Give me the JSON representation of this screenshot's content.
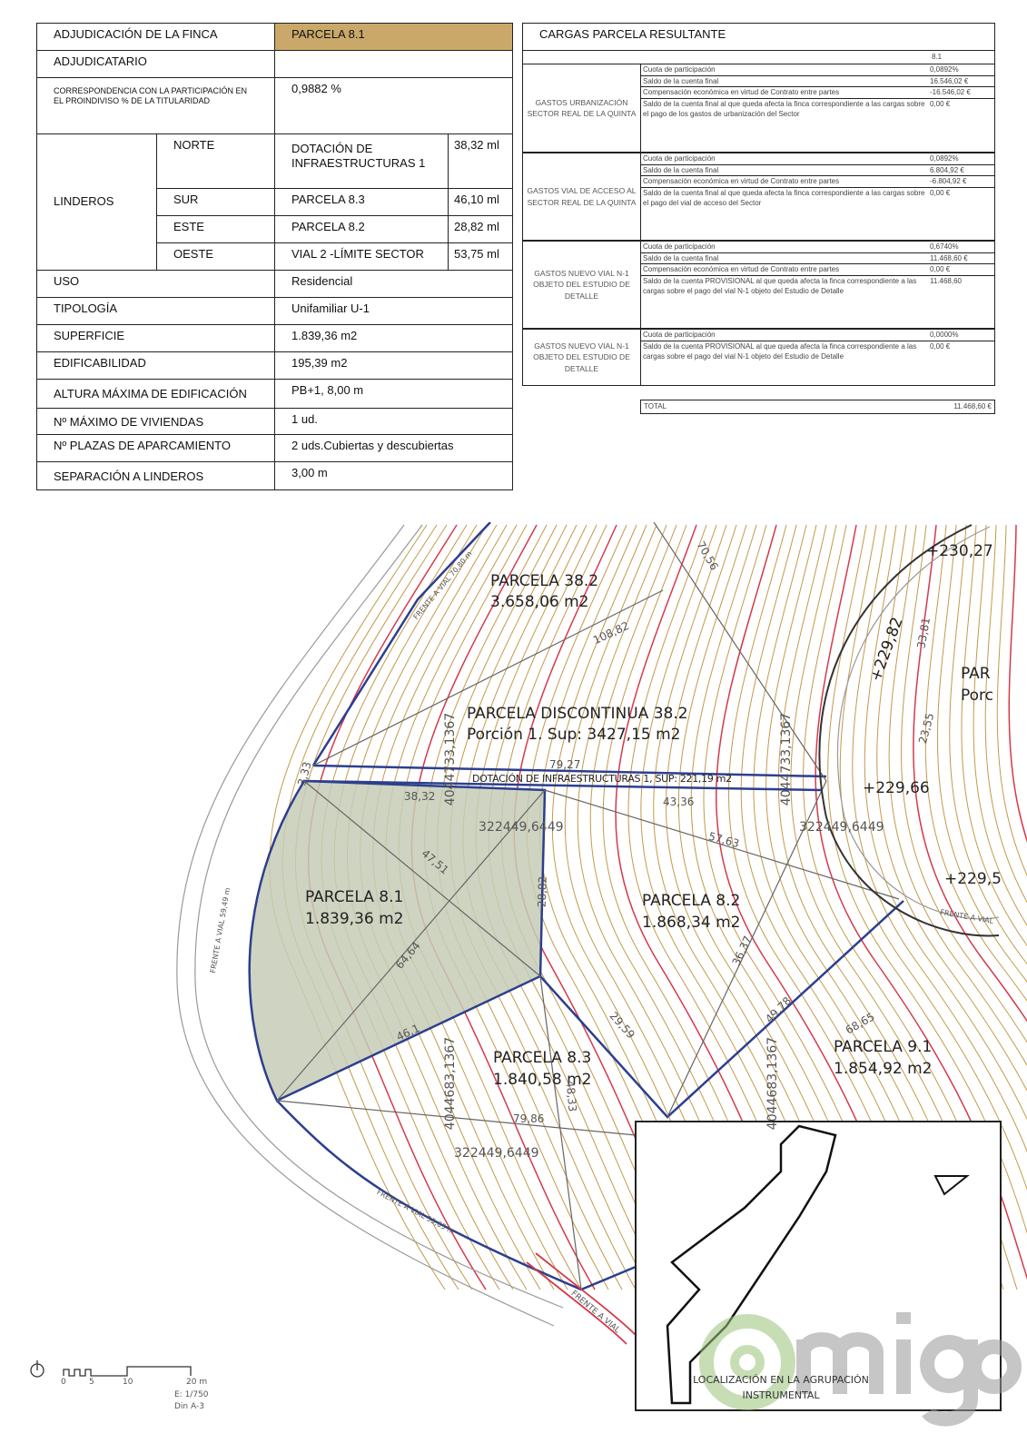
{
  "finca": {
    "title_label": "ADJUDICACIÓN DE LA FINCA",
    "title_value": "PARCELA 8.1",
    "adjudicatario_label": "ADJUDICATARIO",
    "adjudicatario_value": "",
    "correspondencia_label": "CORRESPONDENCIA CON LA PARTICIPACIÓN EN EL PROINDIVISO % DE LA TITULARIDAD",
    "correspondencia_value": "0,9882 %",
    "linderos_label": "LINDEROS",
    "linderos": [
      {
        "dir": "NORTE",
        "name": "DOTACIÓN DE INFRAESTRUCTURAS 1",
        "length": "38,32 ml"
      },
      {
        "dir": "SUR",
        "name": "PARCELA 8.3",
        "length": "46,10 ml"
      },
      {
        "dir": "ESTE",
        "name": "PARCELA 8.2",
        "length": "28,82 ml"
      },
      {
        "dir": "OESTE",
        "name": "VIAL 2 -LÍMITE SECTOR",
        "length": "53,75 ml"
      }
    ],
    "rows": [
      {
        "label": "USO",
        "value": "Residencial"
      },
      {
        "label": "TIPOLOGÍA",
        "value": "Unifamiliar U-1"
      },
      {
        "label": "SUPERFICIE",
        "value": "1.839,36 m2"
      },
      {
        "label": "EDIFICABILIDAD",
        "value": "195,39 m2"
      },
      {
        "label": "ALTURA MÁXIMA DE EDIFICACIÓN",
        "value": "PB+1, 8,00 m"
      },
      {
        "label": "Nº MÁXIMO DE VIVIENDAS",
        "value": "1 ud."
      },
      {
        "label": "Nº PLAZAS DE APARCAMIENTO",
        "value": "2 uds.Cubiertas y descubiertas"
      },
      {
        "label": "SEPARACIÓN A LINDEROS",
        "value": "3,00 m"
      }
    ]
  },
  "cargas": {
    "title": "CARGAS PARCELA RESULTANTE",
    "column_header": "8.1",
    "groups": [
      {
        "label": "GASTOS URBANIZACIÓN SECTOR REAL DE LA QUINTA",
        "rows": [
          {
            "desc": "Cuota de participación",
            "value": "0,0892%"
          },
          {
            "desc": "Saldo de la cuenta final",
            "value": "16.546,02 €"
          },
          {
            "desc": "Compensación económica en virtud de Contrato entre partes",
            "value": "-16.546,02 €"
          },
          {
            "desc": "Saldo de la cuenta final al que queda afecta la finca correspondiente a las cargas sobre el pago de los gastos de urbanización del Sector",
            "value": "0,00 €"
          }
        ]
      },
      {
        "label": "GASTOS VIAL DE ACCESO AL SECTOR REAL DE LA QUINTA",
        "rows": [
          {
            "desc": "Cuota de participación",
            "value": "0,0892%"
          },
          {
            "desc": "Saldo de la cuenta final",
            "value": "6.804,92 €"
          },
          {
            "desc": "Compensación económica en virtud de Contrato entre partes",
            "value": "-6.804,92 €"
          },
          {
            "desc": "Saldo de la cuenta final al que queda afecta la finca correspondiente a las cargas sobre el pago del vial de acceso del Sector",
            "value": "0,00 €"
          }
        ]
      },
      {
        "label": "GASTOS NUEVO VIAL N-1 OBJETO DEL ESTUDIO DE DETALLE",
        "rows": [
          {
            "desc": "Cuota de participación",
            "value": "0,6740%"
          },
          {
            "desc": "Saldo de la cuenta final",
            "value": "11.468,60 €"
          },
          {
            "desc": "Compensación económica en virtud de Contrato entre partes",
            "value": "0,00 €"
          },
          {
            "desc": "Saldo de la cuenta PROVISIONAL al que queda afecta la finca correspondiente a las cargas sobre el pago del vial N-1 objeto del Estudio de Detalle",
            "value": "11.468,60"
          }
        ]
      },
      {
        "label": "GASTOS NUEVO VIAL N-1 OBJETO DEL ESTUDIO DE DETALLE",
        "rows": [
          {
            "desc": "Cuota de participación",
            "value": "0,0000%"
          },
          {
            "desc": "Saldo de la cuenta PROVISIONAL al que queda afecta la finca correspondiente a las cargas sobre el pago del vial N-1 objeto del Estudio de Detalle",
            "value": "0,00 €"
          }
        ]
      }
    ],
    "total_label": "TOTAL",
    "total_value": "11.468,60 €"
  },
  "map": {
    "labels": {
      "p382_name": "PARCELA 38.2",
      "p382_area": "3.658,06 m2",
      "disc_name": "PARCELA DISCONTINUA 38.2",
      "disc_area": "Porción 1. Sup: 3427,15 m2",
      "dotacion": "DOTACIÓN DE INFRAESTRUCTURAS 1, SUP: 221,19 m2",
      "p81_name": "PARCELA 8.1",
      "p81_area": "1.839,36 m2",
      "p82_name": "PARCELA 8.2",
      "p82_area": "1.868,34 m2",
      "p83_name": "PARCELA 8.3",
      "p83_area": "1.840,58 m2",
      "p91_name": "PARCELA 9.1",
      "p91_area": "1.854,92 m2",
      "par_cut": "PAR",
      "porc_cut": "Porc",
      "frente_vial_1": "FRENTE A VIAL 70,80 m",
      "frente_vial_2": "FRENTE A VIAL 55,65 m",
      "frente_vial_3": "FRENTE A VIAL",
      "frente_vial_4": "FRENTE A VIAL 59,49 m",
      "frente_vial_5": "FRENTE A VIAL"
    },
    "dimensions": [
      "108,82",
      "70,56",
      "79,27",
      "38,32",
      "43,36",
      "57,63",
      "47,51",
      "64,64",
      "28,82",
      "46,1",
      "29,59",
      "36,37",
      "49,78",
      "68,65",
      "79,86",
      "48,33",
      "33,81",
      "23,55",
      "3,33"
    ],
    "levels": [
      "+230,27",
      "+229,82",
      "+229,66",
      "+229,5"
    ],
    "coords": [
      "4044733,1367",
      "322449,6449",
      "4044683,1367"
    ],
    "scale": {
      "ticks": [
        "0",
        "5",
        "10",
        "20 m"
      ],
      "ratio": "E: 1/750",
      "format": "Din A-3"
    },
    "inset_caption": "LOCALIZACIÓN EN LA AGRUPACIÓN INSTRUMENTAL",
    "watermark": "@migo"
  },
  "colors": {
    "gold_header": "#c9a86a",
    "contour": "#c29a4a",
    "boundary": "#2c3f8f",
    "parcel_fill": "#c6ccb6",
    "red_line": "#d43a4a"
  }
}
